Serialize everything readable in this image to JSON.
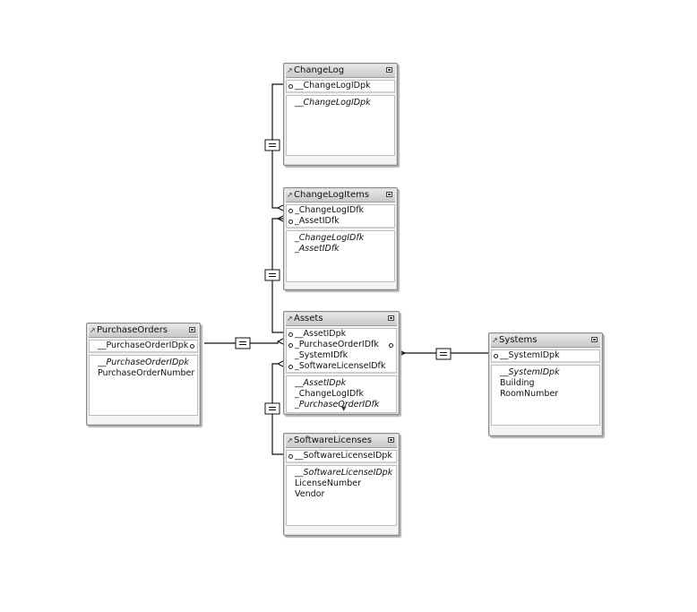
{
  "tables": {
    "changelog": {
      "title": "ChangeLog",
      "keys": [
        "__ChangeLogIDpk"
      ],
      "fields": [
        "__ChangeLogIDpk"
      ]
    },
    "changelogitems": {
      "title": "ChangeLogItems",
      "keys": [
        "_ChangeLogIDfk",
        "_AssetIDfk"
      ],
      "fields": [
        "_ChangeLogIDfk",
        "_AssetIDfk"
      ]
    },
    "assets": {
      "title": "Assets",
      "keys": [
        "__AssetIDpk",
        "_PurchaseOrderIDfk",
        "_SystemIDfk",
        "_SoftwareLicenseIDfk"
      ],
      "fields": [
        "__AssetIDpk",
        "_ChangeLogIDfk",
        "_PurchaseOrderIDfk"
      ]
    },
    "purchaseorders": {
      "title": "PurchaseOrders",
      "keys": [
        "__PurchaseOrderIDpk"
      ],
      "fields": [
        "__PurchaseOrderIDpk",
        "PurchaseOrderNumber"
      ]
    },
    "systems": {
      "title": "Systems",
      "keys": [
        "__SystemIDpk"
      ],
      "fields": [
        "__SystemIDpk",
        "Building",
        "RoomNumber"
      ]
    },
    "softwarelicenses": {
      "title": "SoftwareLicenses",
      "keys": [
        "__SoftwareLicenseIDpk"
      ],
      "fields": [
        "__SoftwareLicenseIDpk",
        "LicenseNumber",
        "Vendor"
      ]
    }
  },
  "relationships": [
    {
      "from": "changelog",
      "to": "changelogitems"
    },
    {
      "from": "changelogitems",
      "to": "assets"
    },
    {
      "from": "purchaseorders",
      "to": "assets"
    },
    {
      "from": "assets",
      "to": "systems"
    },
    {
      "from": "softwarelicenses",
      "to": "assets"
    }
  ]
}
